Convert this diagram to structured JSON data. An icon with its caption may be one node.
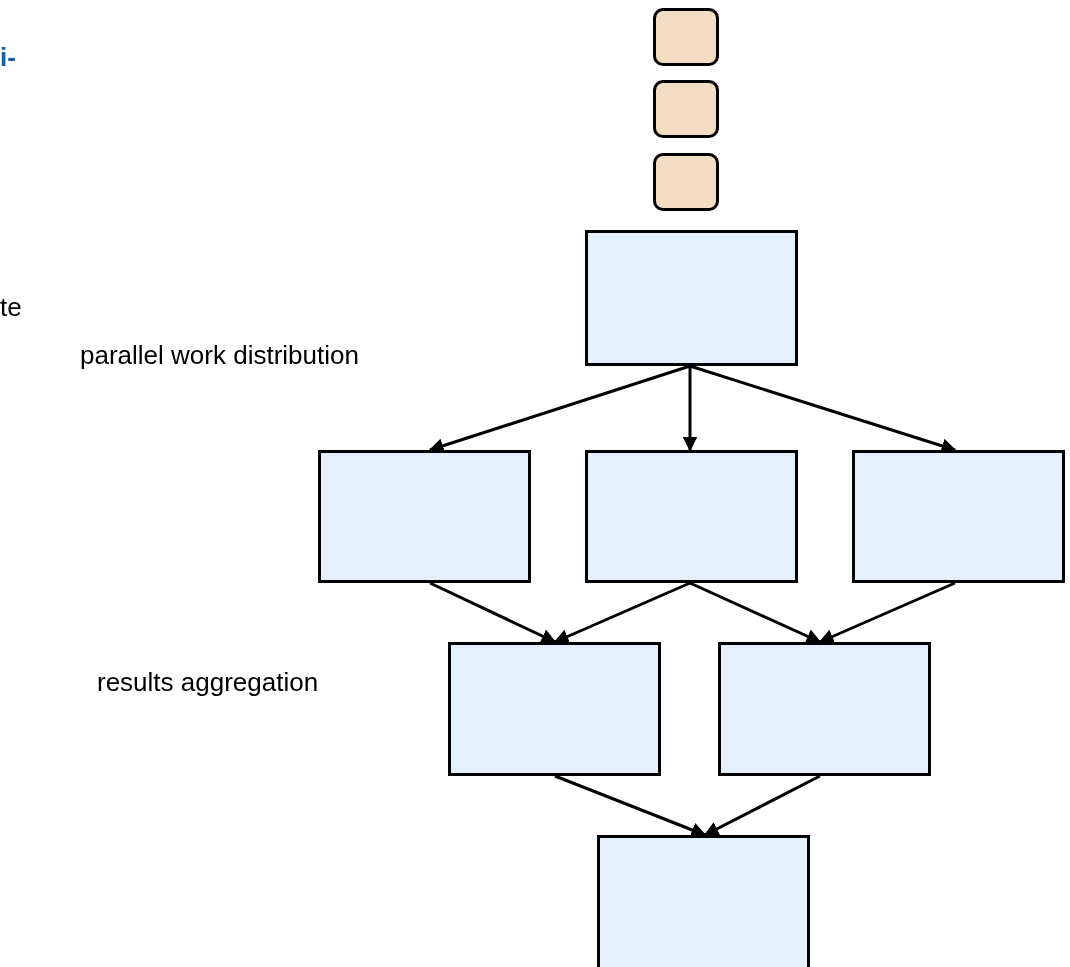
{
  "diagram": {
    "nodes": [
      {
        "text": [],
        "shape": "box"
      },
      {
        "text": [],
        "shape": "box"
      },
      {
        "text": [],
        "shape": "box"
      },
      {
        "text": [],
        "shape": "box"
      },
      {
        "text": [],
        "shape": "box"
      },
      {
        "text": [],
        "shape": "box"
      },
      {
        "text": [],
        "shape": "box"
      },
      {
        "text": [],
        "shape": "box"
      },
      {
        "text": [],
        "shape": "box"
      },
      {
        "text": [],
        "shape": "box"
      }
    ],
    "edges": [
      {
        "from": 3,
        "to": 4,
        "arrow": "to"
      },
      {
        "from": 3,
        "to": 5,
        "arrow": "to"
      },
      {
        "from": 3,
        "to": 6,
        "arrow": "to"
      },
      {
        "from": 4,
        "to": 7,
        "arrow": "to"
      },
      {
        "from": 5,
        "to": 7,
        "arrow": "to"
      },
      {
        "from": 5,
        "to": 8,
        "arrow": "to"
      },
      {
        "from": 6,
        "to": 8,
        "arrow": "to"
      },
      {
        "from": 7,
        "to": 9,
        "arrow": "to"
      },
      {
        "from": 8,
        "to": 9,
        "arrow": "to"
      }
    ],
    "labels": [
      "i-",
      "te",
      "parallel work distribution",
      "results aggregation"
    ]
  }
}
